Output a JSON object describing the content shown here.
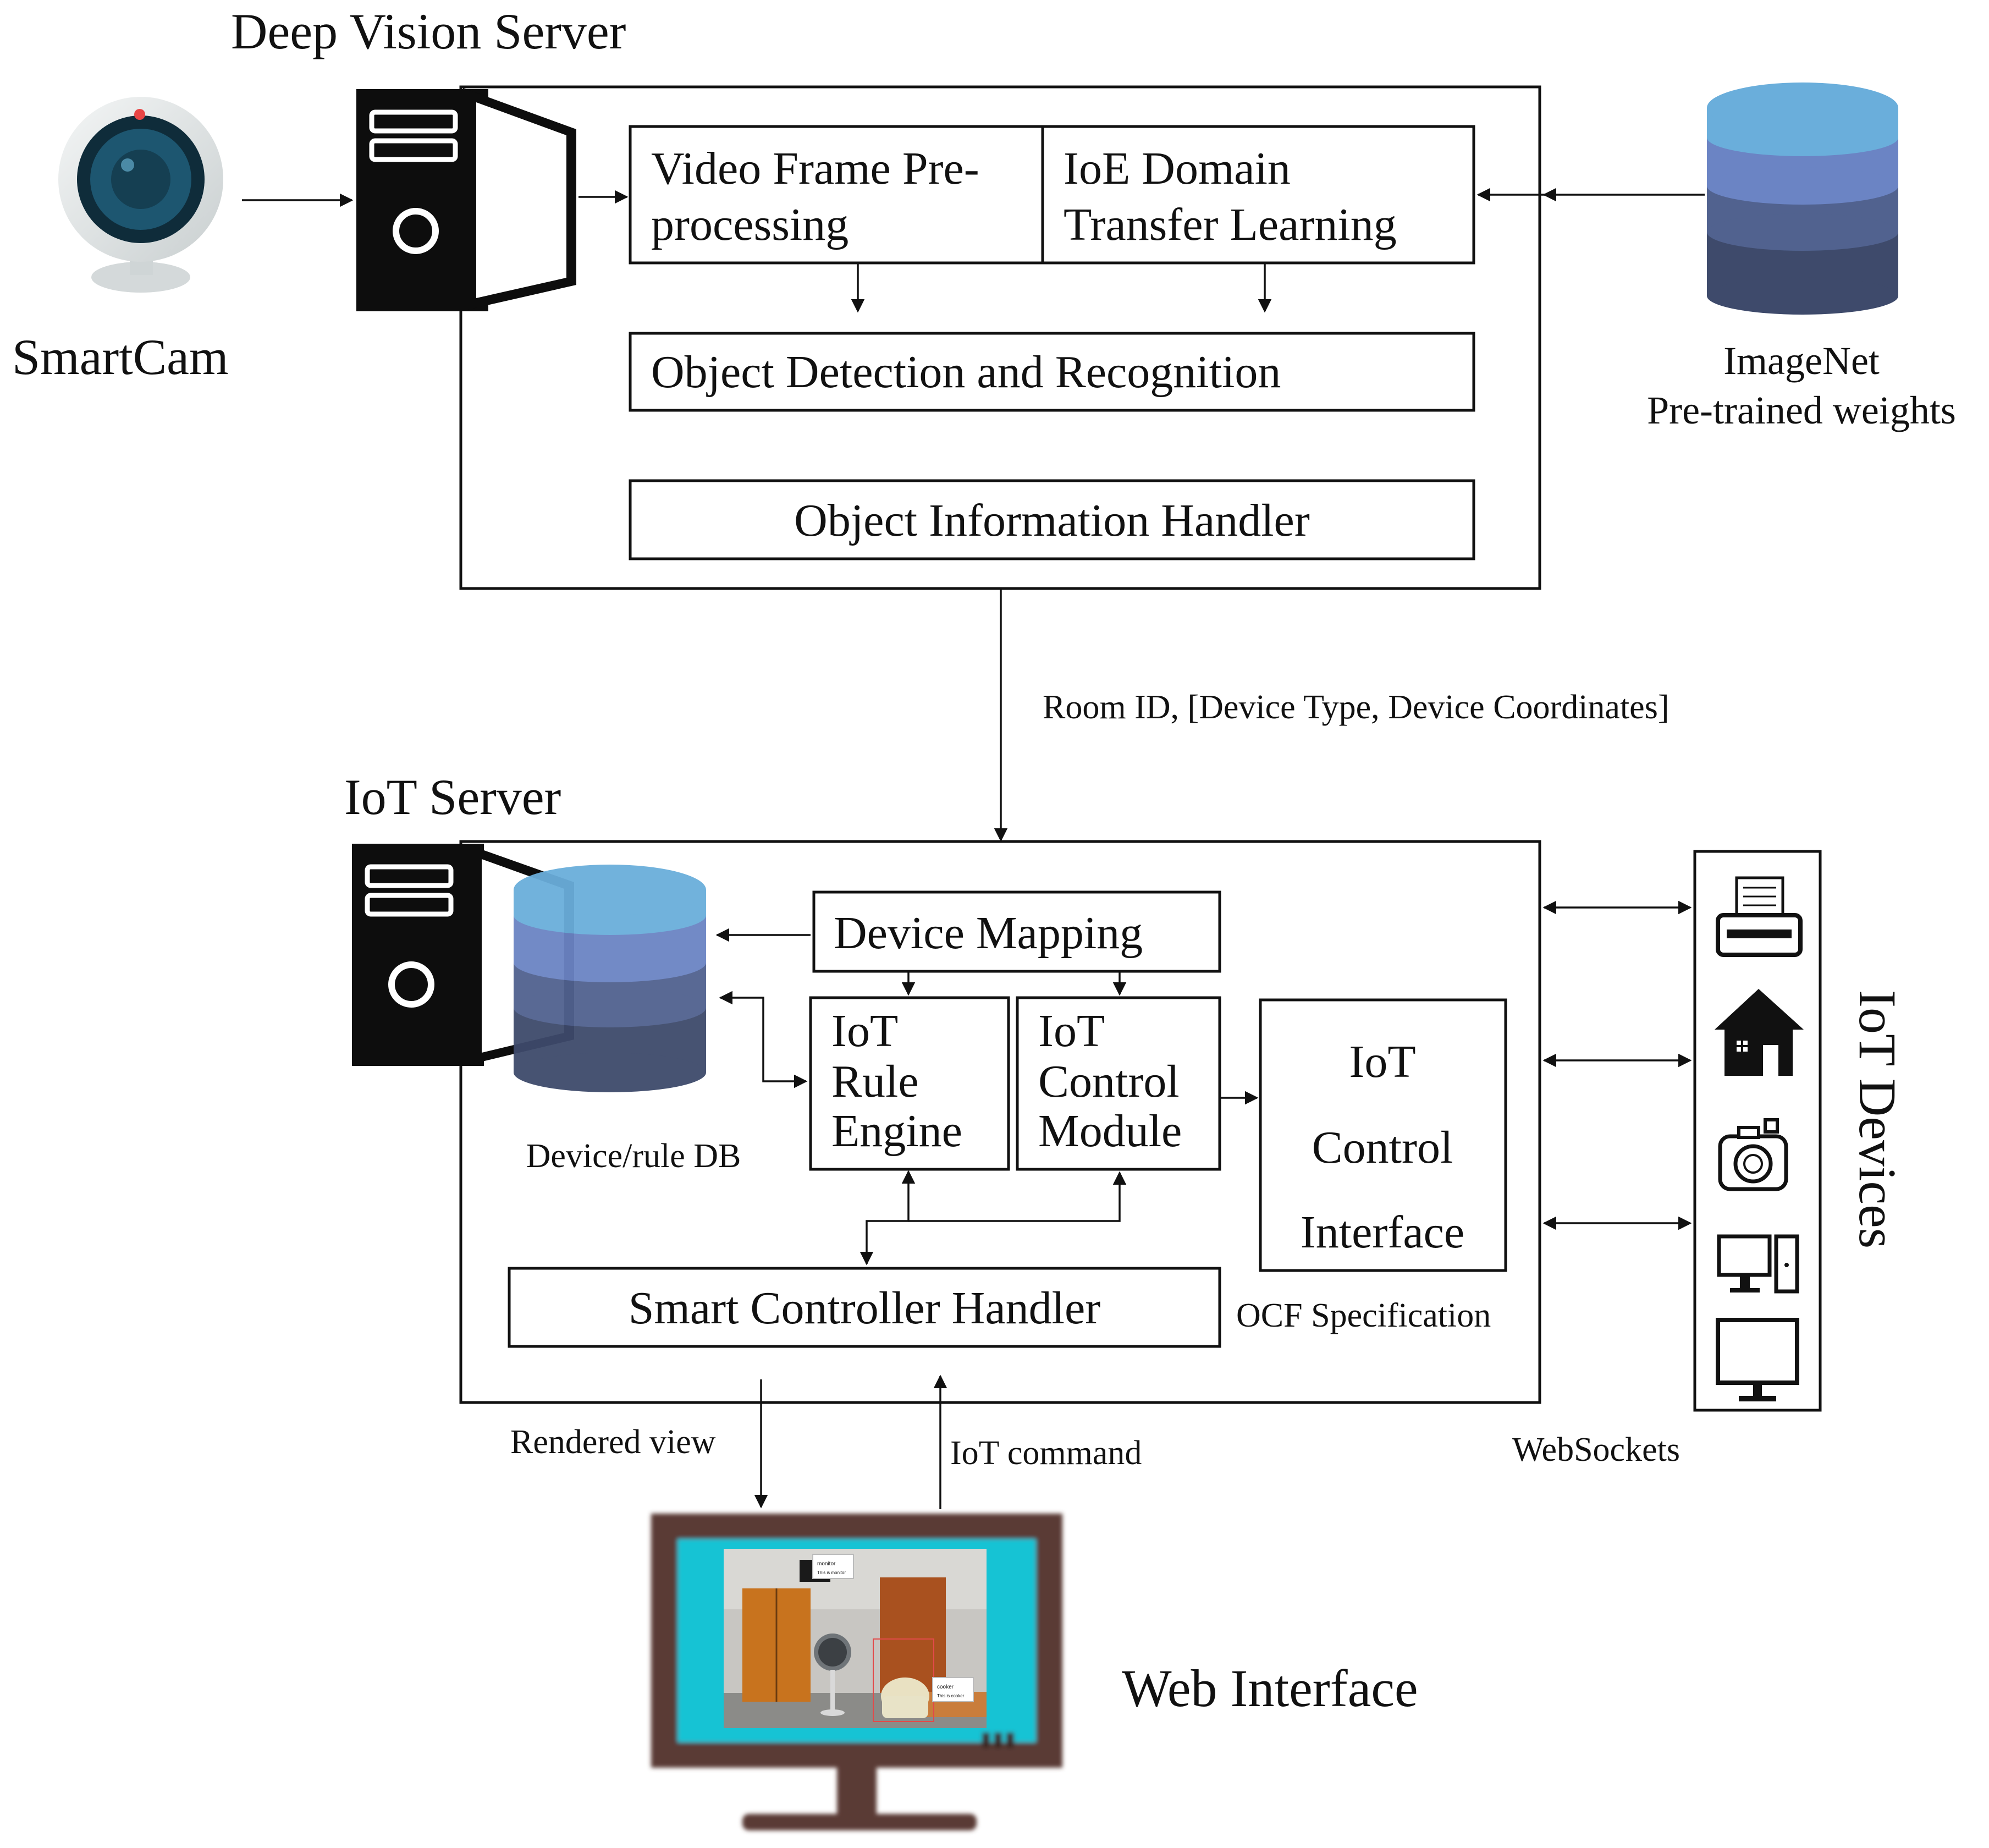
{
  "titles": {
    "deep_vision_server": "Deep Vision Server",
    "iot_server": "IoT Server",
    "smartcam": "SmartCam",
    "imagenet_line1": "ImageNet",
    "imagenet_line2": "Pre-trained weights",
    "web_interface": "Web Interface",
    "iot_devices": "IoT Devices"
  },
  "deep_vision_modules": {
    "video_frame_line1": "Video Frame Pre-",
    "video_frame_line2": "processing",
    "ioe_line1": "IoE Domain",
    "ioe_line2": "Transfer Learning",
    "object_detection": "Object Detection and Recognition",
    "object_info": "Object Information Handler"
  },
  "iot_modules": {
    "device_mapping": "Device Mapping",
    "rule_engine_line1": "IoT",
    "rule_engine_line2": "Rule",
    "rule_engine_line3": "Engine",
    "control_module_line1": "IoT",
    "control_module_line2": "Control",
    "control_module_line3": "Module",
    "control_interface_line1": "IoT",
    "control_interface_line2": "Control",
    "control_interface_line3": "Interface",
    "smart_controller": "Smart Controller Handler",
    "device_rule_db": "Device/rule DB",
    "ocf_spec": "OCF Specification"
  },
  "edge_labels": {
    "room_message": "Room ID, [Device Type, Device Coordinates]",
    "rendered_view": "Rendered view",
    "iot_command": "IoT command",
    "websockets": "WebSockets"
  },
  "screen_overlay": {
    "top_tag_line1": "monitor",
    "top_tag_line2": "This is monitor",
    "bottom_tag_line1": "cooker",
    "bottom_tag_line2": "This is cooker"
  },
  "colors": {
    "db_top": "#6aaedb",
    "db_band2": "#6b84c4",
    "db_band3": "#51628f",
    "db_band4": "#3e4a6b",
    "server_black": "#0d0d0d",
    "monitor_frame": "#5a3a36",
    "monitor_screen": "#19c3d4",
    "camera_lens": "#1d5670",
    "camera_led": "#e84545"
  },
  "icons": [
    "webcam-icon",
    "server-icon",
    "database-icon",
    "printer-icon",
    "house-icon",
    "camera-icon",
    "desktop-computer-icon",
    "monitor-icon"
  ]
}
